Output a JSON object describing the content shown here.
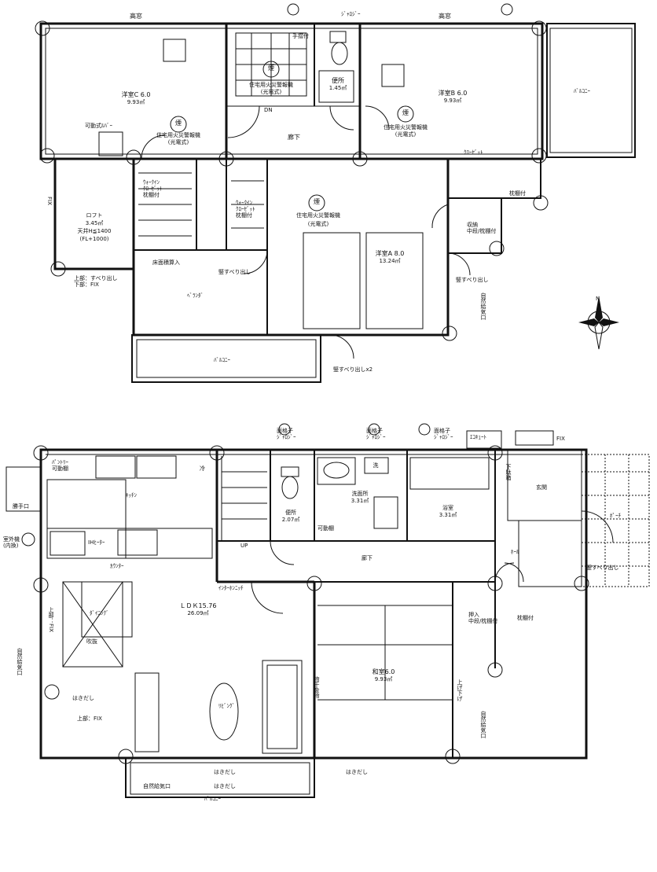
{
  "upper_floor": {
    "room_c": {
      "name": "洋室C 6.0",
      "area": "9.93㎡"
    },
    "room_b": {
      "name": "洋室B 6.0",
      "area": "9.93㎡"
    },
    "room_a": {
      "name": "洋室A 8.0",
      "area": "13.24㎡"
    },
    "loft": {
      "name": "ロフト",
      "area": "3.45㎡",
      "ceiling": "天井H≦1400",
      "fl": "(FL+1000)"
    },
    "toilet": {
      "name": "便所",
      "area": "1.45㎡"
    },
    "alarm_label": "住宅用火災警報機",
    "alarm_type": "(光電式)",
    "smoke_symbol": "煙",
    "hallway": "廊下",
    "walkin_1": "ｳｫｰｸｲﾝ\nｸﾛｰｾﾞｯﾄ\n枕棚付",
    "walkin_2": "ｳｫｰｸｲﾝ\nｸﾛｰｾﾞｯﾄ\n枕棚付",
    "closet": "ｸﾛｰｾﾞｯﾄ",
    "storage": "収納\n中段/枕棚付",
    "shelf": "枕棚付",
    "balcony": "ﾊﾞﾙｺﾆｰ",
    "veranda": "ﾍﾞﾗﾝﾀﾞ",
    "high_window_1": "高窓",
    "high_window_2": "高窓",
    "jalousie": "ｼﾞｬﾛｼﾞｰ",
    "handrail": "手摺付",
    "dn": "DN",
    "vent": "可動式ﾙﾊﾞｰ",
    "fix": "FIX",
    "loft_note": "上部：すべり出し\n下部：FIX",
    "floor_area_note": "床面積算入",
    "slide_window": "竪すべり出し",
    "slide_window_2": "竪すべり出し",
    "slide_window_x2": "竪すべり出しx2",
    "vent_inlet": "自然給気口"
  },
  "ground_floor": {
    "ldk": {
      "name": "ＬＤＫ15.76",
      "area": "26.09㎡"
    },
    "washroom": {
      "name": "洗面所",
      "area": "3.31㎡"
    },
    "bath": {
      "name": "浴室",
      "area": "3.31㎡"
    },
    "toilet": {
      "name": "便所",
      "area": "2.07㎡"
    },
    "washitsu": {
      "name": "和室6.0",
      "area": "9.93㎡"
    },
    "kitchen": "ｷｯﾁﾝ",
    "dining": "ﾀﾞｲﾆﾝｸﾞ",
    "living": "ﾘﾋﾞﾝｸﾞ",
    "counter": "ｶｳﾝﾀｰ",
    "ih": "IHﾋｰﾀｰ",
    "pantry": "ﾊﾟﾝﾄﾘｰ\n可動棚",
    "fridge": "冷",
    "wash": "洗",
    "hallway": "廊下",
    "hall": "ﾎｰﾙ",
    "entrance": "玄関",
    "porch": "ﾎﾟｰﾁ",
    "storage": "押入\n中段/枕棚付",
    "shelf": "枕棚付",
    "movable_shelf": "可動棚",
    "interphone": "ｲﾝﾀｰﾎﾝﾆｯﾁ",
    "window_lattice_1": "面格子\nｼﾞｬﾛｼﾞｰ",
    "window_lattice_2": "面格子\nｼﾞｬﾛｼﾞｰ",
    "window_lattice_3": "面格子\nｼﾞｬﾛｼﾞｰ",
    "eco_cute": "ｴｺｷｭｰﾄ",
    "fix": "FIX",
    "back_door": "勝手口",
    "stairs_up": "UP",
    "atrium": "吹抜",
    "sweep_out_1": "はきだし",
    "sweep_out_2": "はきだし",
    "sweep_out_3": "はきだし",
    "sweep_out_4": "はきだし",
    "balcony": "ﾊﾞﾙｺﾆｰ",
    "top_fix": "上部：FIX",
    "top_fix_2": "上部：FIX",
    "slide_window": "竪すべり出し",
    "vent_inlet_1": "自然給気口",
    "vent_inlet_2": "自然給気口",
    "vent_inlet_3": "自然給気口",
    "shoe_box": "下駄箱",
    "drying_rack": "物干金物",
    "heat_pump": "室外機\n(内換)",
    "sliding_door": "上げ下げ"
  },
  "compass_label": "N"
}
